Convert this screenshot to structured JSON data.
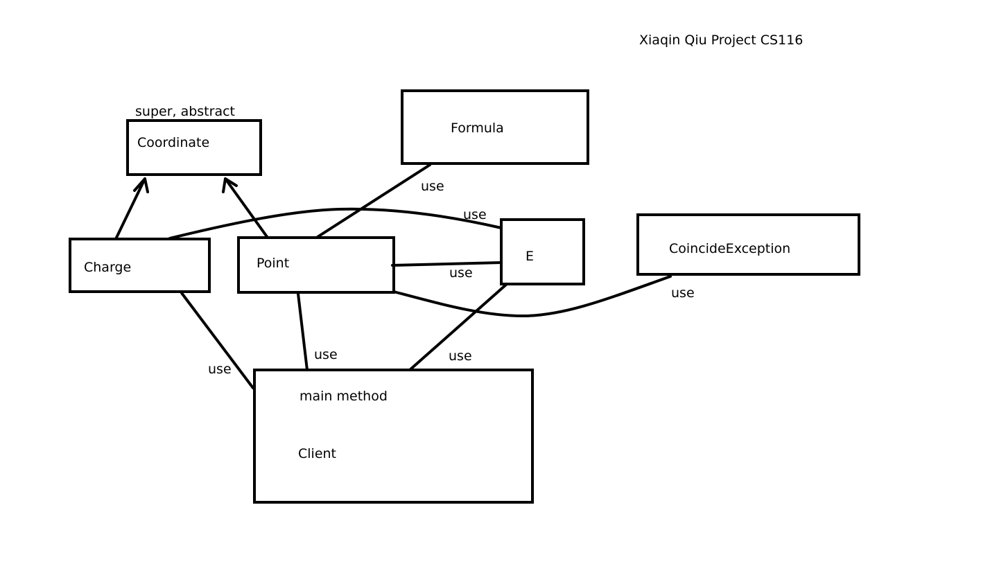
{
  "title": "Xiaqin Qiu Project CS116",
  "coordinate": {
    "stereotype": "super, abstract",
    "name": "Coordinate"
  },
  "formula": {
    "name": "Formula"
  },
  "charge": {
    "name": "Charge"
  },
  "point": {
    "name": "Point"
  },
  "e": {
    "name": "E"
  },
  "coincide_exception": {
    "name": "CoincideException"
  },
  "client": {
    "method": "main method",
    "name": "Client"
  },
  "relations": {
    "formula_point": "use",
    "charge_e": "use",
    "point_e": "use",
    "point_coincide": "use",
    "point_client": "use",
    "e_client": "use",
    "charge_client": "use"
  }
}
